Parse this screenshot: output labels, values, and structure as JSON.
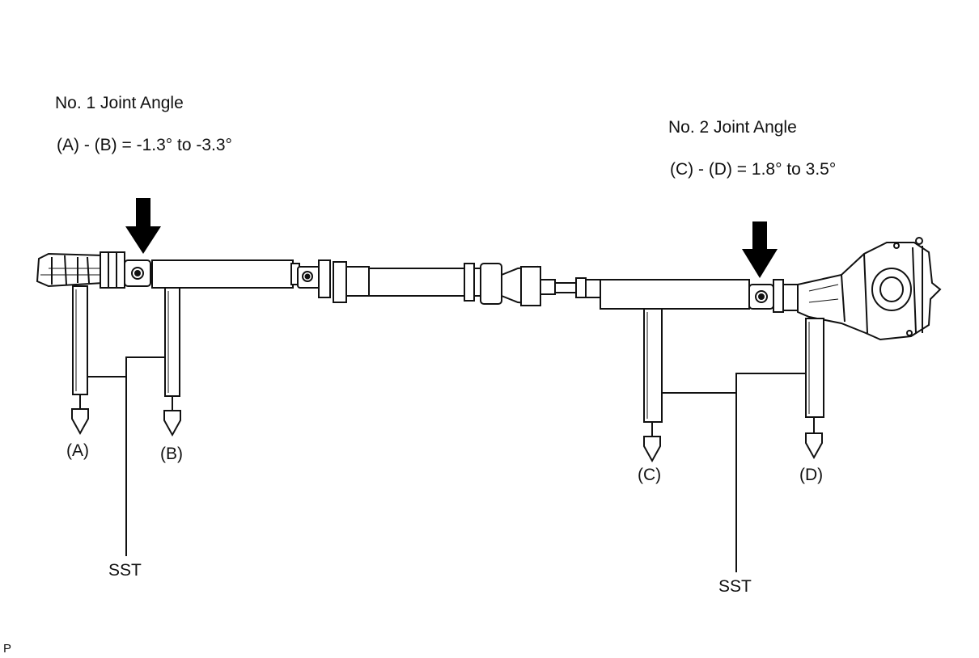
{
  "joint1": {
    "title": "No. 1 Joint Angle",
    "formula": "(A) - (B) = -1.3° to -3.3°"
  },
  "joint2": {
    "title": "No. 2 Joint Angle",
    "formula": "(C) - (D) = 1.8° to 3.5°"
  },
  "points": {
    "a": "(A)",
    "b": "(B)",
    "c": "(C)",
    "d": "(D)"
  },
  "sst_left": "SST",
  "sst_right": "SST",
  "corner_code": "P",
  "colors": {
    "line": "#111111",
    "fill": "#ffffff",
    "arrow": "#000000"
  }
}
